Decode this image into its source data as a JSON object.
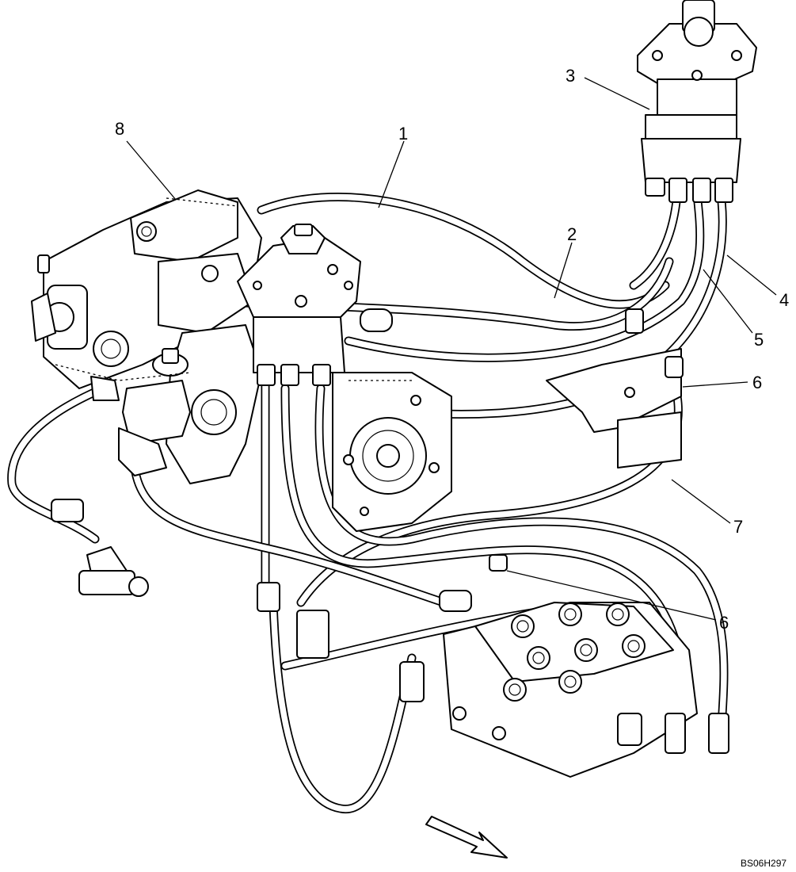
{
  "callouts": [
    {
      "id": "1",
      "label": "1"
    },
    {
      "id": "2",
      "label": "2"
    },
    {
      "id": "3",
      "label": "3"
    },
    {
      "id": "4",
      "label": "4"
    },
    {
      "id": "5",
      "label": "5"
    },
    {
      "id": "6a",
      "label": "6"
    },
    {
      "id": "6b",
      "label": "6"
    },
    {
      "id": "7",
      "label": "7"
    },
    {
      "id": "8",
      "label": "8"
    }
  ],
  "reference_code": "BS06H297"
}
